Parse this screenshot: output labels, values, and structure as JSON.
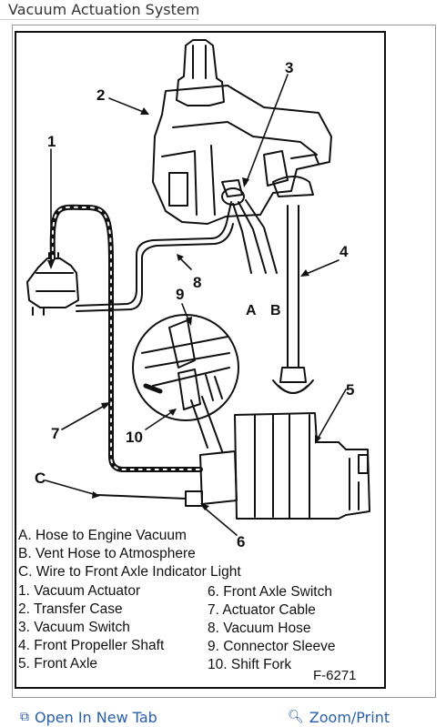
{
  "page": {
    "title": "Vacuum Actuation System"
  },
  "diagram": {
    "figure_id": "F-6271",
    "callouts": [
      "1",
      "2",
      "3",
      "4",
      "5",
      "6",
      "7",
      "8",
      "9",
      "10",
      "A",
      "B",
      "C"
    ],
    "legend_letters": [
      "A. Hose to Engine Vacuum",
      "B. Vent Hose to Atmosphere",
      "C. Wire to Front Axle Indicator Light"
    ],
    "legend_left": [
      "1. Vacuum Actuator",
      "2. Transfer Case",
      "3. Vacuum Switch",
      "4. Front Propeller Shaft",
      "5. Front Axle"
    ],
    "legend_right": [
      "6. Front Axle Switch",
      "7. Actuator Cable",
      "8. Vacuum Hose",
      "9. Connector Sleeve",
      "10. Shift Fork"
    ]
  },
  "footer": {
    "open_tab_label": "Open In New Tab",
    "open_tab_icon": "open-new-tab-icon",
    "zoom_label": "Zoom/Print",
    "zoom_icon": "zoom-icon",
    "link_color": "#2a5fa8"
  }
}
